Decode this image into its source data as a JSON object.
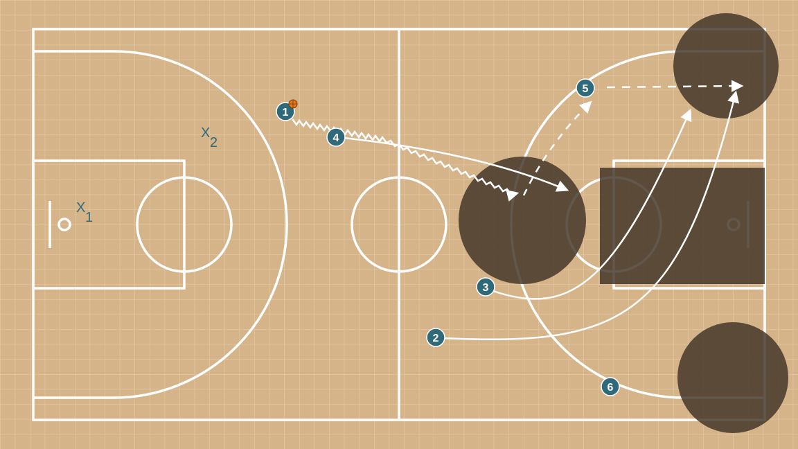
{
  "colors": {
    "court": "#d6b48a",
    "grid": "#e6cfae",
    "lines": "#ffffff",
    "player_fill": "#2f6a7a",
    "zone": "#3f3226",
    "ball": "#e07a1f"
  },
  "offense": [
    {
      "id": "player-1",
      "label": "1",
      "has_ball": true
    },
    {
      "id": "player-2",
      "label": "2"
    },
    {
      "id": "player-3",
      "label": "3"
    },
    {
      "id": "player-4",
      "label": "4"
    },
    {
      "id": "player-5",
      "label": "5"
    },
    {
      "id": "player-6",
      "label": "6"
    }
  ],
  "defense": [
    {
      "id": "defender-1",
      "letter": "X",
      "sub": "1"
    },
    {
      "id": "defender-2",
      "letter": "X",
      "sub": "2"
    }
  ],
  "movements": [
    {
      "name": "dribble-path-player-1",
      "style": "dribble"
    },
    {
      "name": "cut-path-player-4",
      "style": "solid"
    },
    {
      "name": "cut-path-player-3",
      "style": "solid"
    },
    {
      "name": "cut-path-player-2",
      "style": "solid"
    },
    {
      "name": "pass-path-player-5",
      "style": "dashed"
    }
  ]
}
